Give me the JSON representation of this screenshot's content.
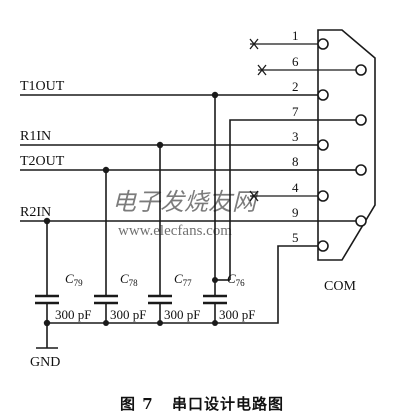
{
  "signals": {
    "t1out": "T1OUT",
    "r1in": "R1IN",
    "t2out": "T2OUT",
    "r2in": "R2IN",
    "gnd": "GND"
  },
  "connector": {
    "name": "COM",
    "pins": [
      "1",
      "2",
      "3",
      "4",
      "5",
      "6",
      "7",
      "8",
      "9"
    ]
  },
  "capacitors": [
    {
      "ref": "C",
      "sub": "79",
      "value": "300 pF"
    },
    {
      "ref": "C",
      "sub": "78",
      "value": "300 pF"
    },
    {
      "ref": "C",
      "sub": "77",
      "value": "300 pF"
    },
    {
      "ref": "C",
      "sub": "76",
      "value": "300 pF"
    }
  ],
  "watermark": {
    "text": "电子发烧友网",
    "url": "www.elecfans.com"
  },
  "caption": {
    "figure": "图 7",
    "title": "串口设计电路图"
  }
}
